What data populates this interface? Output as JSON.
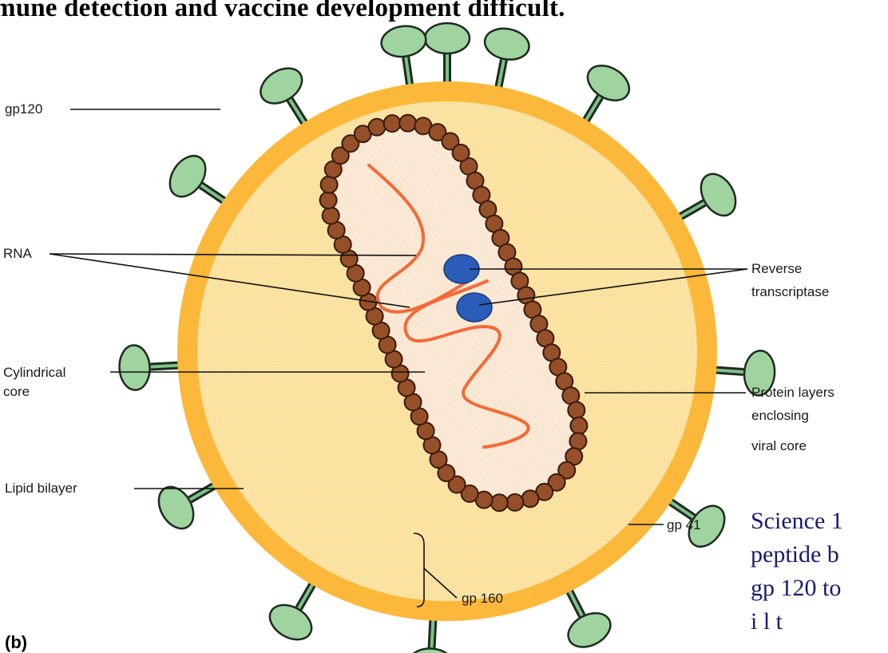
{
  "heading": "mune detection and vaccine development difficult.",
  "labels": {
    "gp120": "gp120",
    "rna": "RNA",
    "cylindrical_core_1": "Cylindrical",
    "cylindrical_core_2": "core",
    "lipid_bilayer": "Lipid bilayer",
    "reverse_transcriptase_1": "Reverse",
    "reverse_transcriptase_2": "transcriptase",
    "protein_layers_1": "Protein layers",
    "protein_layers_2": "enclosing",
    "protein_layers_3": "viral core",
    "gp41": "gp 41",
    "gp160": "gp 160",
    "panel": "(b)"
  },
  "side_text": [
    "Science 1",
    "peptide b",
    "gp 120 to",
    "i  l  t"
  ],
  "colors": {
    "envelope": "#fbb83a",
    "matrix": "#fbe4a4",
    "core_fill": "#fcebd8",
    "capsid_bead": "#95502a",
    "rna": "#f26a3a",
    "enzyme": "#2b5db8",
    "spike": "#9fd3a0"
  }
}
